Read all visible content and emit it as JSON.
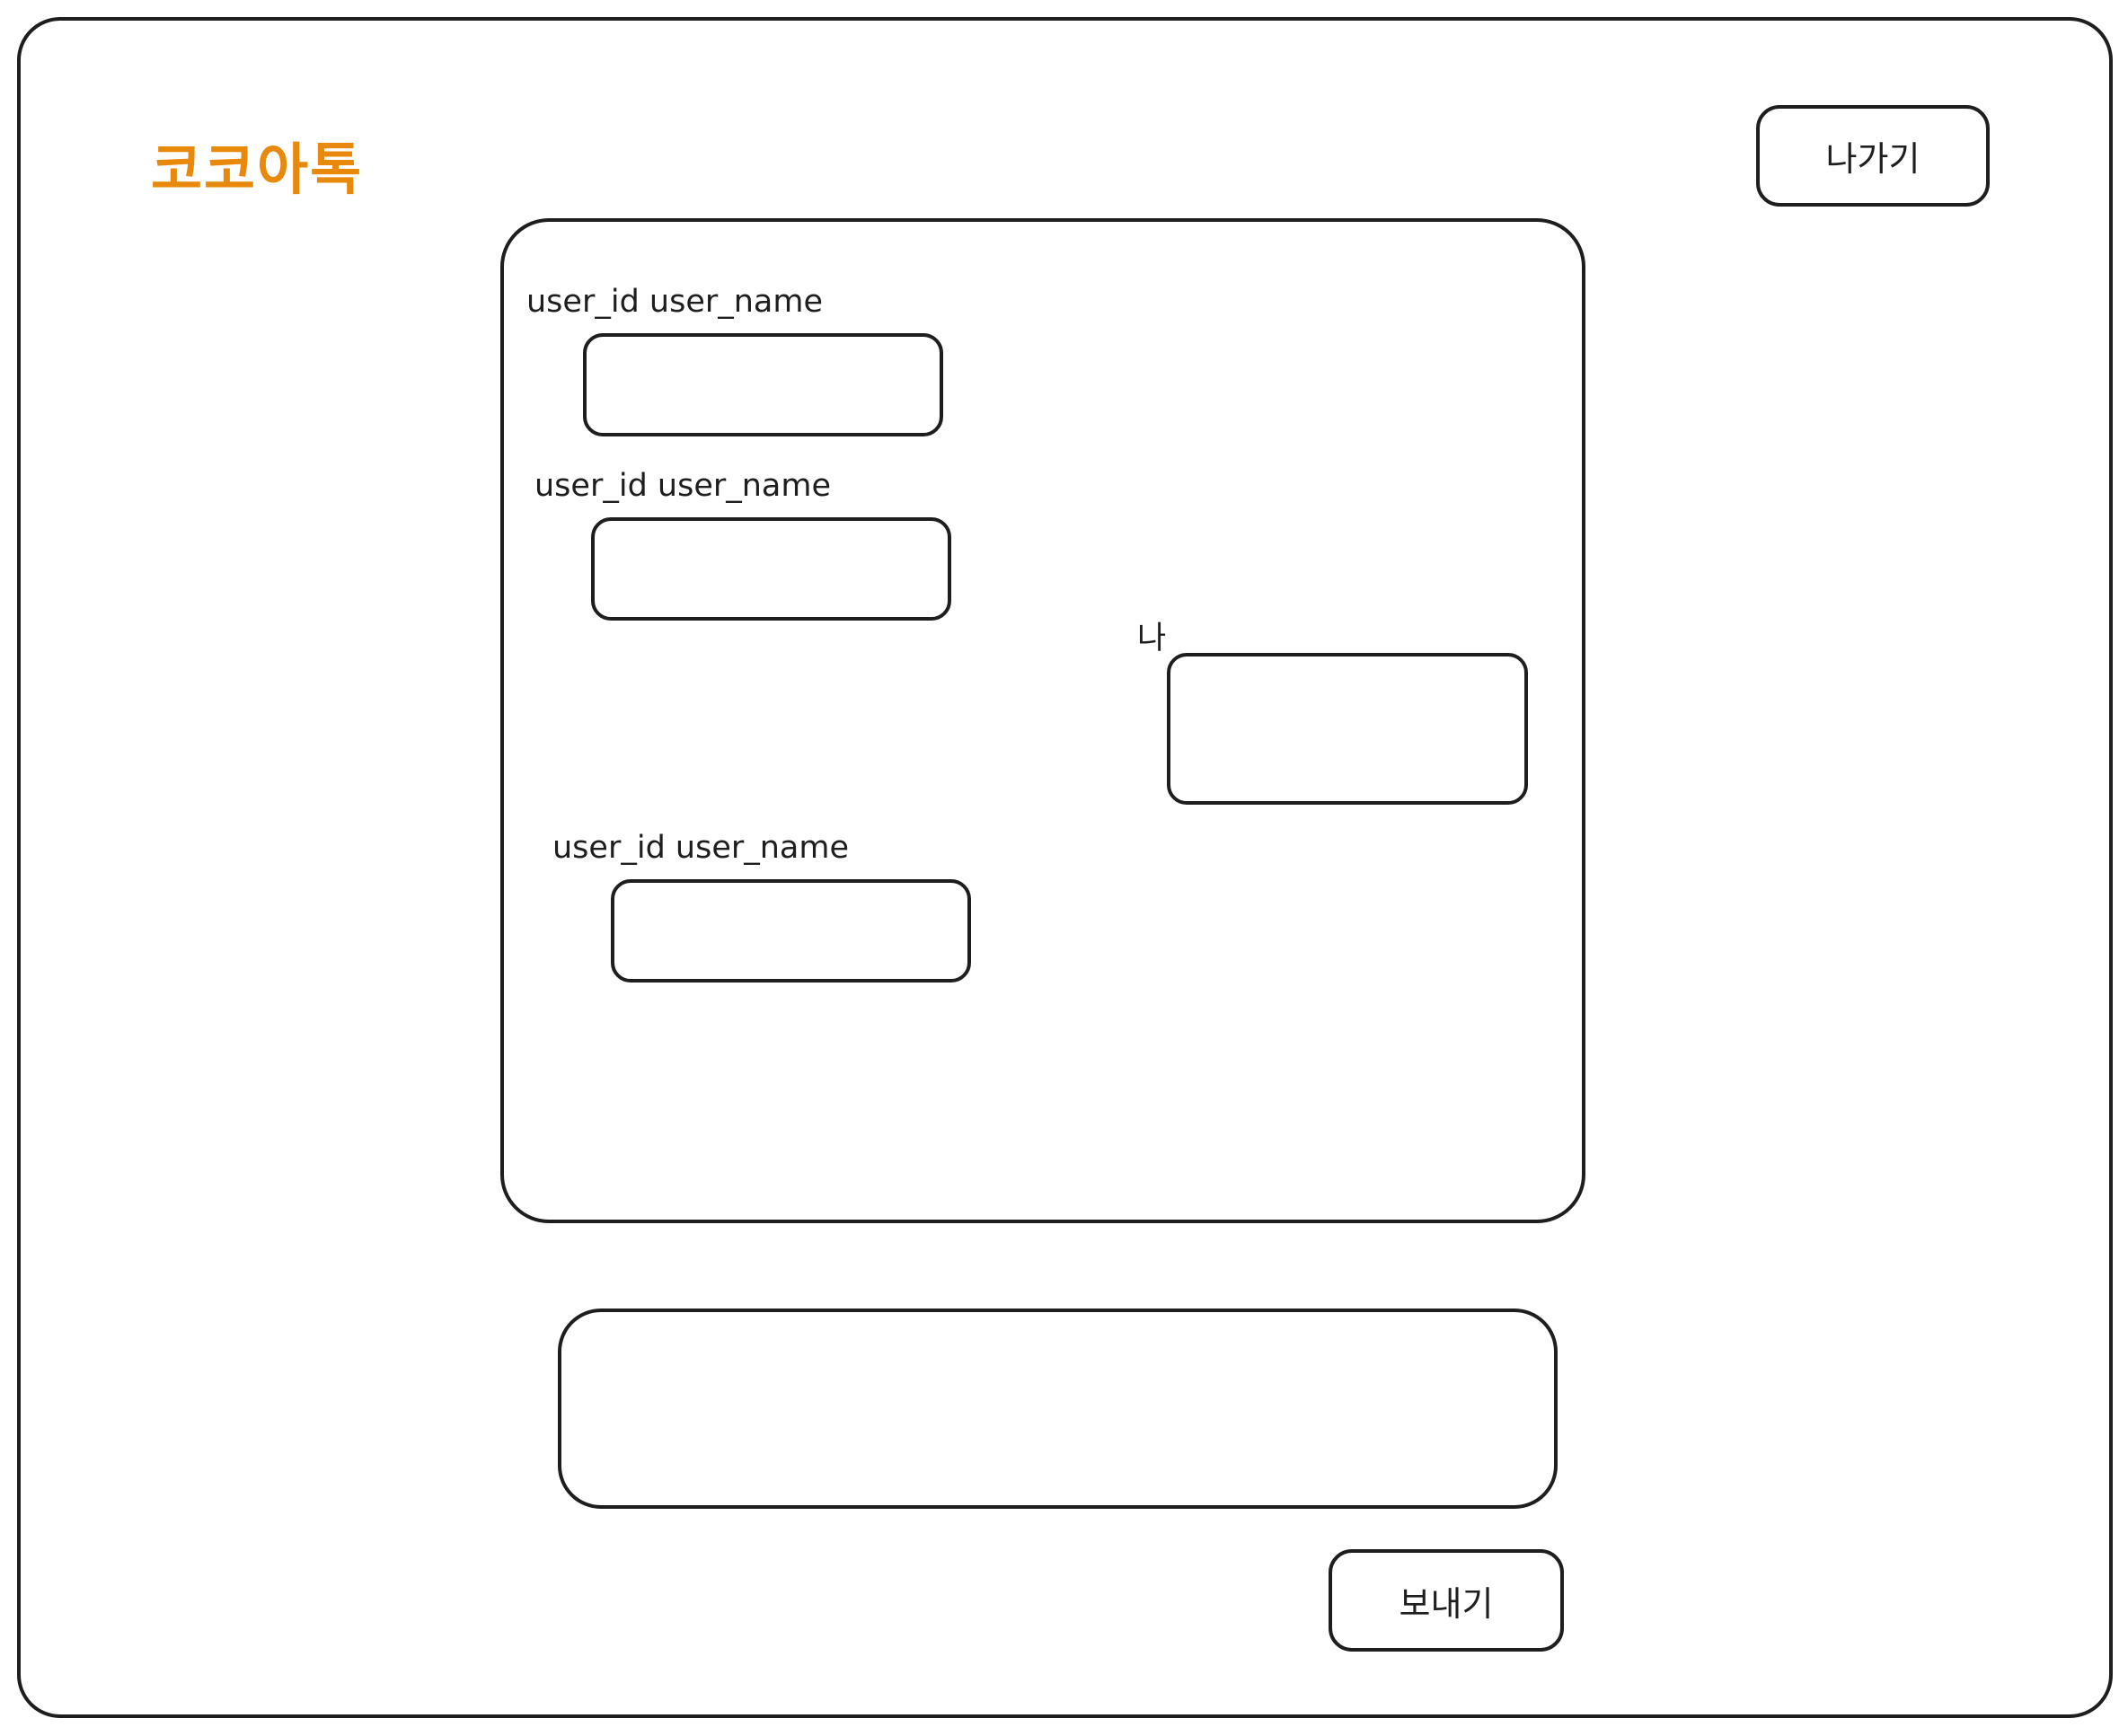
{
  "header": {
    "app_title": "코코아톡",
    "exit_label": "나가기"
  },
  "chat": {
    "messages": [
      {
        "sender": "user_id user_name",
        "text": "",
        "mine": false
      },
      {
        "sender": "user_id user_name",
        "text": "",
        "mine": false
      },
      {
        "sender": "나",
        "text": "",
        "mine": true
      },
      {
        "sender": "user_id user_name",
        "text": "",
        "mine": false
      }
    ]
  },
  "composer": {
    "input_value": "",
    "send_label": "보내기"
  },
  "colors": {
    "title": "#e8890b",
    "stroke": "#1e1e1e",
    "background": "#ffffff"
  }
}
